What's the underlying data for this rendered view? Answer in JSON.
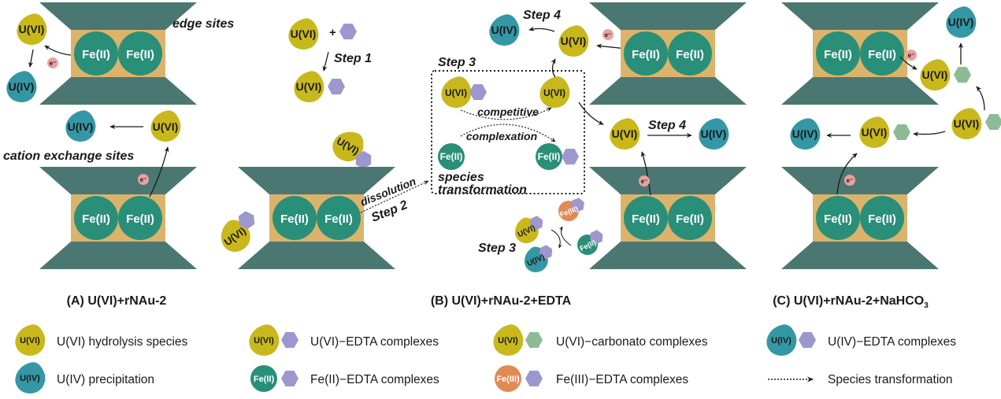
{
  "colors": {
    "uvi": "#c9b81c",
    "uiv": "#3497a6",
    "fe2": "#2a8f78",
    "fe3": "#e08a55",
    "edta": "#9d97cf",
    "carbonato": "#8dbb96",
    "clay_sheet": "#4b7772",
    "clay_interlayer": "#dcb36b",
    "electron": "#e8a1a1",
    "arrow": "#1a1a1a"
  },
  "species": {
    "uvi": "U(VI)",
    "uiv": "U(IV)",
    "fe2": "Fe(II)",
    "fe3": "Fe(III)",
    "electron": "e⁻",
    "plus": "+"
  },
  "panelA": {
    "caption": "(A) U(VI)+rNAu-2",
    "edge_sites_label": "edge sites",
    "cation_exchange_label": "cation exchange sites"
  },
  "panelB": {
    "caption": "(B) U(VI)+rNAu-2+EDTA",
    "step1": "Step 1",
    "step2": "Step 2",
    "step3_top": "Step 3",
    "step3_bottom": "Step 3",
    "step4_top": "Step 4",
    "step4_mid": "Step 4",
    "dissolution": "dissolution",
    "competitive": "competitive",
    "complexation": "complexation",
    "species_transformation_1": "species",
    "species_transformation_2": "transformation"
  },
  "panelC": {
    "caption_main": "(C) U(VI)+rNAu-2+NaHCO",
    "caption_sub": "3"
  },
  "legend": {
    "items": [
      {
        "key": "uvi_hydrolysis",
        "text": "U(VI) hydrolysis species"
      },
      {
        "key": "uvi_edta",
        "text": "U(VI)−EDTA complexes"
      },
      {
        "key": "uvi_carbonato",
        "text": "U(VI)−carbonato complexes"
      },
      {
        "key": "uiv_edta",
        "text": "U(IV)−EDTA complexes"
      },
      {
        "key": "uiv_precip",
        "text": "U(IV) precipitation"
      },
      {
        "key": "fe2_edta",
        "text": "Fe(II)−EDTA complexes"
      },
      {
        "key": "fe3_edta",
        "text": "Fe(III)−EDTA complexes"
      },
      {
        "key": "species_transformation",
        "text": "Species transformation"
      }
    ]
  }
}
